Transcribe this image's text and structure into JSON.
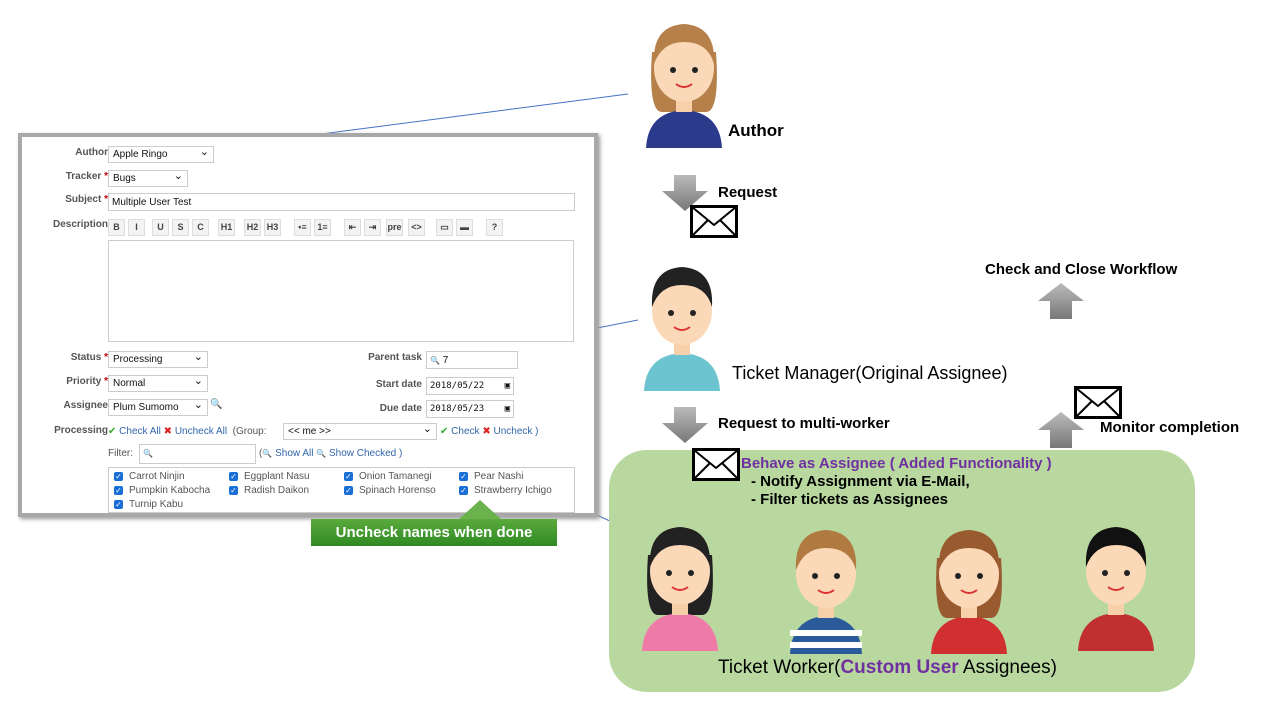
{
  "form": {
    "author": {
      "label": "Author",
      "value": "Apple Ringo"
    },
    "tracker": {
      "label": "Tracker",
      "value": "Bugs"
    },
    "subject": {
      "label": "Subject",
      "value": "Multiple User Test"
    },
    "description": {
      "label": "Description",
      "toolbar": [
        "B",
        "I",
        "U",
        "S",
        "C",
        "H1",
        "H2",
        "H3",
        "•≡",
        "1≡",
        "⇤",
        "⇥",
        "pre",
        "<>",
        "▭",
        "▬",
        "?"
      ]
    },
    "required_mark": "*",
    "status": {
      "label": "Status",
      "value": "Processing"
    },
    "priority": {
      "label": "Priority",
      "value": "Normal"
    },
    "assignee": {
      "label": "Assignee",
      "value": "Plum Sumomo"
    },
    "parent_task": {
      "label": "Parent task",
      "value": "7"
    },
    "start_date": {
      "label": "Start date",
      "value": "2018/05/22"
    },
    "due_date": {
      "label": "Due date",
      "value": "2018/05/23"
    },
    "processing": {
      "label": "Processing",
      "check_all": "Check All",
      "uncheck_all": "Uncheck All",
      "group_label": "(Group:",
      "group_value": "<< me >>",
      "check": "Check",
      "uncheck": "Uncheck )",
      "filter_label": "Filter:",
      "paren_open": "(",
      "show_all": "Show All",
      "show_checked": "Show Checked )",
      "users": [
        "Carrot Ninjin",
        "Eggplant Nasu",
        "Onion Tamanegi",
        "Pear Nashi",
        "Pumpkin Kabocha",
        "Radish Daikon",
        "Spinach Horenso",
        "Strawberry Ichigo",
        "Turnip Kabu"
      ]
    }
  },
  "callout": "Uncheck names when done",
  "diagram": {
    "author": "Author",
    "request": "Request",
    "manager": "Ticket Manager(Original Assignee)",
    "check_close": "Check and Close Workflow",
    "request_multi": "Request to multi-worker",
    "monitor": "Monitor completion",
    "behave": "Behave as Assignee ( Added Functionality )",
    "notify": "- Notify Assignment via E-Mail,",
    "filter": "- Filter tickets as Assignees",
    "worker_prefix": "Ticket Worker(",
    "worker_custom": "Custom User",
    "worker_suffix": " Assignees)"
  },
  "colors": {
    "accent_purple": "#7030a0",
    "green_box": "#b8d8a0",
    "callout": "#3f9b30",
    "link": "#3366aa"
  }
}
